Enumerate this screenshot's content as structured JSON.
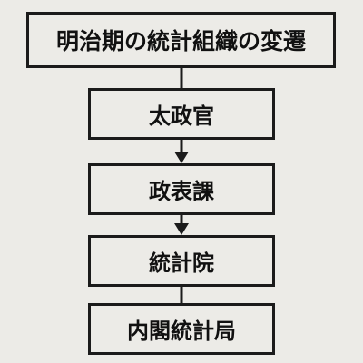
{
  "diagram": {
    "title": "明治期の統計組織の変遷",
    "nodes": [
      {
        "label": "太政官"
      },
      {
        "label": "政表課"
      },
      {
        "label": "統計院"
      },
      {
        "label": "内閣統計局"
      }
    ],
    "connectors": [
      {
        "from": "title",
        "to": "太政官",
        "arrow": false
      },
      {
        "from": "太政官",
        "to": "政表課",
        "arrow": true
      },
      {
        "from": "政表課",
        "to": "統計院",
        "arrow": true
      },
      {
        "from": "統計院",
        "to": "内閣統計局",
        "arrow": false
      }
    ],
    "colors": {
      "background": "#ecebe7",
      "line": "#1b1b1b",
      "text": "#111111"
    }
  }
}
